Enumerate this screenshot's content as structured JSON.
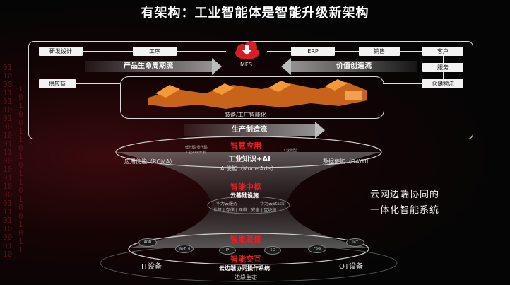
{
  "title": "有架构：工业智能体是智能升级新架构",
  "top_diagram": {
    "rnd": "研发设计",
    "process": "工序",
    "mes": "MES",
    "erp": "ERP",
    "sales": "销售",
    "customer": "客户",
    "service": "服务",
    "supplier": "供应商",
    "warehouse": "仓储物流",
    "product_lifecycle": "产品生命周期流",
    "value_creation": "价值创造流",
    "equipment": "装备/工厂智能化",
    "production": "生产制造流"
  },
  "hourglass": {
    "smart_apps": "智慧应用",
    "app_enable": "应用使能（ROMA）",
    "low_code": "低代码/零代码",
    "app_dev": "工业APP开发",
    "industry_ai": "工业知识+AI",
    "ai_enable": "AI使能（ModelArts）",
    "industry_model": "工业模型",
    "data_enable": "数据使能（DAYU）",
    "smart_hub": "智能中枢",
    "cloud_infra": "云基础设施",
    "huawei_cloud": "华为云服务",
    "huawei_stack": "华为云Stack",
    "infra_items": "计算 | 存储 | 网络 | 安全 | 区块链",
    "smart_connect": "智能联接",
    "aon": "AON",
    "wifi6": "Wi-Fi 6",
    "ip": "IP",
    "5g": "5G",
    "f5g": "F5G",
    "iot": "IoT",
    "smart_interact": "智能交互",
    "cloud_edge_os": "云边端协同操作系统",
    "edge_eco": "边缘生态",
    "it_devices": "IT设备",
    "ot_devices": "OT设备"
  },
  "right_caption": {
    "line1": "云网边端协同的",
    "line2": "一体化智能系统"
  },
  "colors": {
    "accent": "#e1202a",
    "background": "#050505"
  }
}
